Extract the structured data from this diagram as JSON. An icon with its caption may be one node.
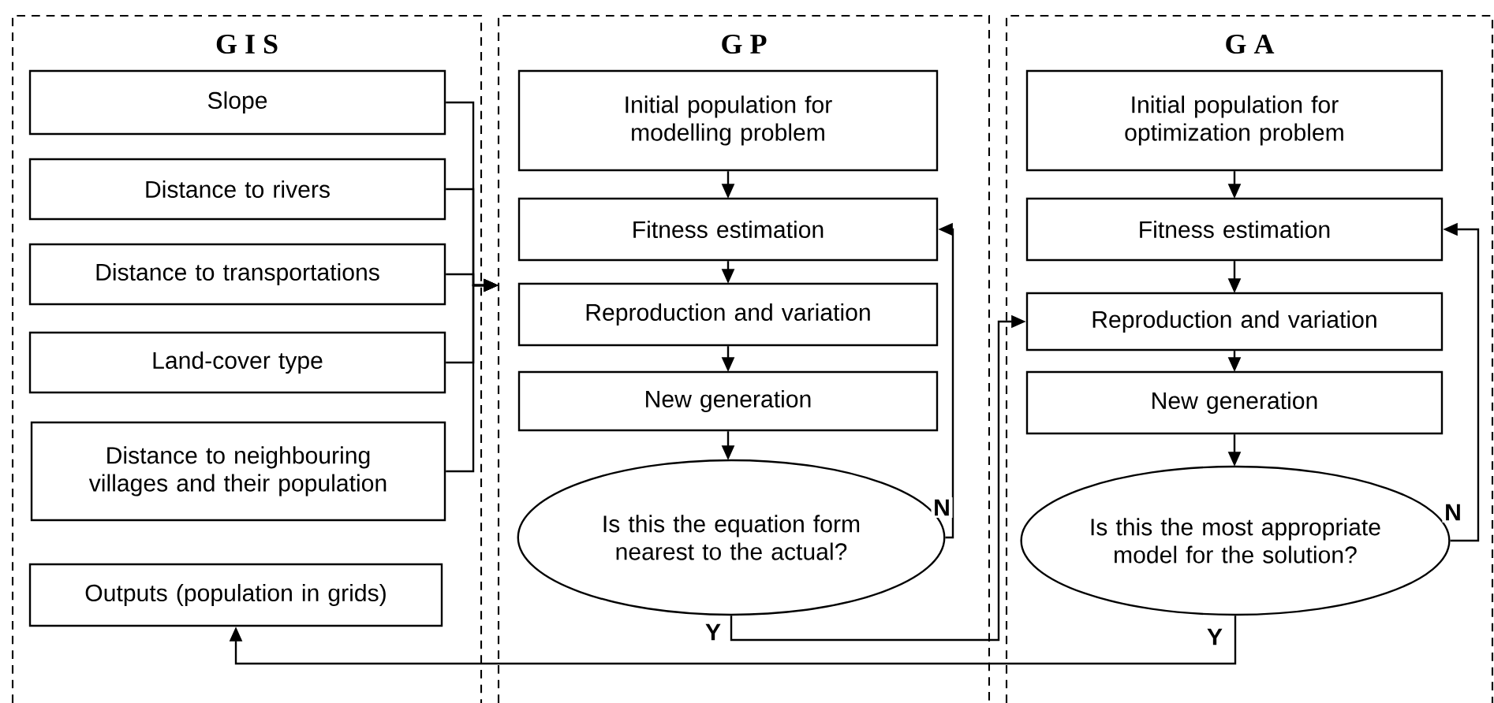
{
  "diagram": {
    "nodes": [
      {
        "text": [
          "G I S"
        ]
      },
      {
        "text": [
          "Slope"
        ],
        "in": 0
      },
      {
        "text": [
          "Distance to rivers"
        ],
        "in": 0
      },
      {
        "text": [
          "Distance to transportations"
        ],
        "in": 0
      },
      {
        "text": [
          "Land-cover type"
        ],
        "in": 0
      },
      {
        "text": [
          "Distance to neighbouring villages and their population"
        ],
        "in": 0
      },
      {
        "text": [
          "Outputs (population in grids)"
        ],
        "in": 0
      },
      {
        "text": [
          "G P"
        ]
      },
      {
        "text": [
          "Initial population for modelling problem"
        ],
        "in": 7
      },
      {
        "text": [
          "Fitness estimation"
        ],
        "in": 7
      },
      {
        "text": [
          "Reproduction and variation"
        ],
        "in": 7
      },
      {
        "text": [
          "New generation"
        ],
        "in": 7
      },
      {
        "text": [
          "Is this the equation form nearest to the actual?"
        ],
        "in": 7
      },
      {
        "text": [
          "G A"
        ]
      },
      {
        "text": [
          "Initial population for optimization problem"
        ],
        "in": 13
      },
      {
        "text": [
          "Fitness estimation"
        ],
        "in": 13
      },
      {
        "text": [
          "Reproduction and variation"
        ],
        "in": 13
      },
      {
        "text": [
          "New generation"
        ],
        "in": 13
      },
      {
        "text": [
          "Is this the most appropriate model for the solution?"
        ],
        "in": 13
      }
    ],
    "edges": [
      {
        "from": 1,
        "to": 7,
        "arrow": "to"
      },
      {
        "from": 2,
        "to": 7,
        "arrow": "to"
      },
      {
        "from": 3,
        "to": 7,
        "arrow": "to"
      },
      {
        "from": 4,
        "to": 7,
        "arrow": "to"
      },
      {
        "from": 5,
        "to": 7,
        "arrow": "to"
      },
      {
        "from": 8,
        "to": 9,
        "arrow": "to"
      },
      {
        "from": 9,
        "to": 10,
        "arrow": "to"
      },
      {
        "from": 10,
        "to": 11,
        "arrow": "to"
      },
      {
        "from": 11,
        "to": 12,
        "arrow": "to"
      },
      {
        "from": 12,
        "to": 9,
        "arrow": "to",
        "label": "N"
      },
      {
        "from": 12,
        "to": 16,
        "arrow": "to",
        "label": "Y"
      },
      {
        "from": 14,
        "to": 15,
        "arrow": "to"
      },
      {
        "from": 15,
        "to": 16,
        "arrow": "to"
      },
      {
        "from": 16,
        "to": 17,
        "arrow": "to"
      },
      {
        "from": 17,
        "to": 18,
        "arrow": "to"
      },
      {
        "from": 18,
        "to": 15,
        "arrow": "to",
        "label": "N"
      },
      {
        "from": 18,
        "to": 6,
        "arrow": "to",
        "label": "Y"
      }
    ]
  }
}
